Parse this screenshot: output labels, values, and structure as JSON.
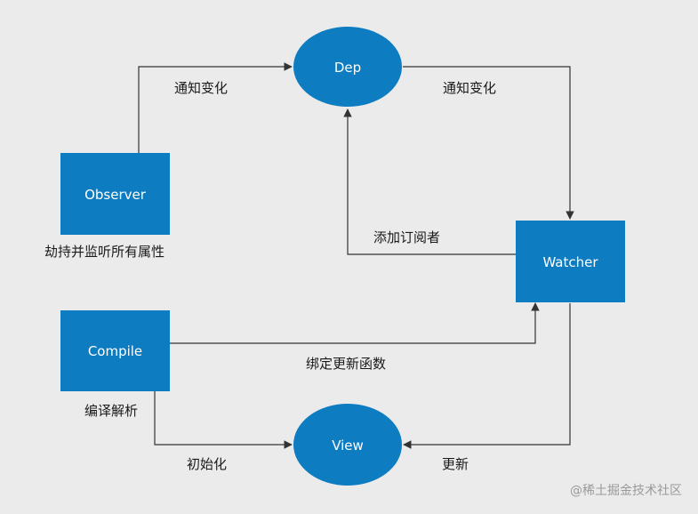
{
  "nodes": {
    "dep": "Dep",
    "observer": "Observer",
    "watcher": "Watcher",
    "compile": "Compile",
    "view": "View"
  },
  "captions": {
    "observer": "劫持并监听所有属性",
    "compile": "编译解析"
  },
  "edges": {
    "observer_to_dep": "通知变化",
    "dep_to_watcher": "通知变化",
    "watcher_to_dep": "添加订阅者",
    "compile_to_watcher": "绑定更新函数",
    "compile_to_view": "初始化",
    "watcher_to_view": "更新"
  },
  "watermark": "@稀土掘金技术社区",
  "colors": {
    "node_fill": "#0e7cc1",
    "line": "#333333",
    "background": "#ebebeb"
  }
}
